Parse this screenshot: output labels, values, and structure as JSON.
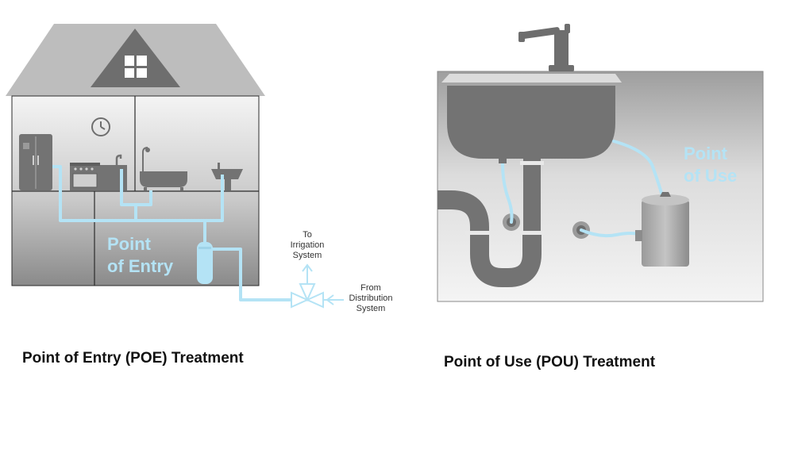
{
  "poe": {
    "label_line1": "Point",
    "label_line2": "of Entry",
    "caption": "Point of Entry (POE) Treatment",
    "valve": {
      "to_line1": "To",
      "to_line2": "Irrigation",
      "to_line3": "System",
      "from_line1": "From",
      "from_line2": "Distribution",
      "from_line3": "System"
    }
  },
  "pou": {
    "label_line1": "Point",
    "label_line2": "of Use",
    "caption": "Point of Use (POU) Treatment"
  },
  "colors": {
    "water_pipe": "#b4e3f5",
    "fixture_gray": "#737373",
    "roof_gray": "#bdbdbd",
    "wall_top": "#f2f2f2",
    "wall_bottom": "#8f8f8f"
  }
}
